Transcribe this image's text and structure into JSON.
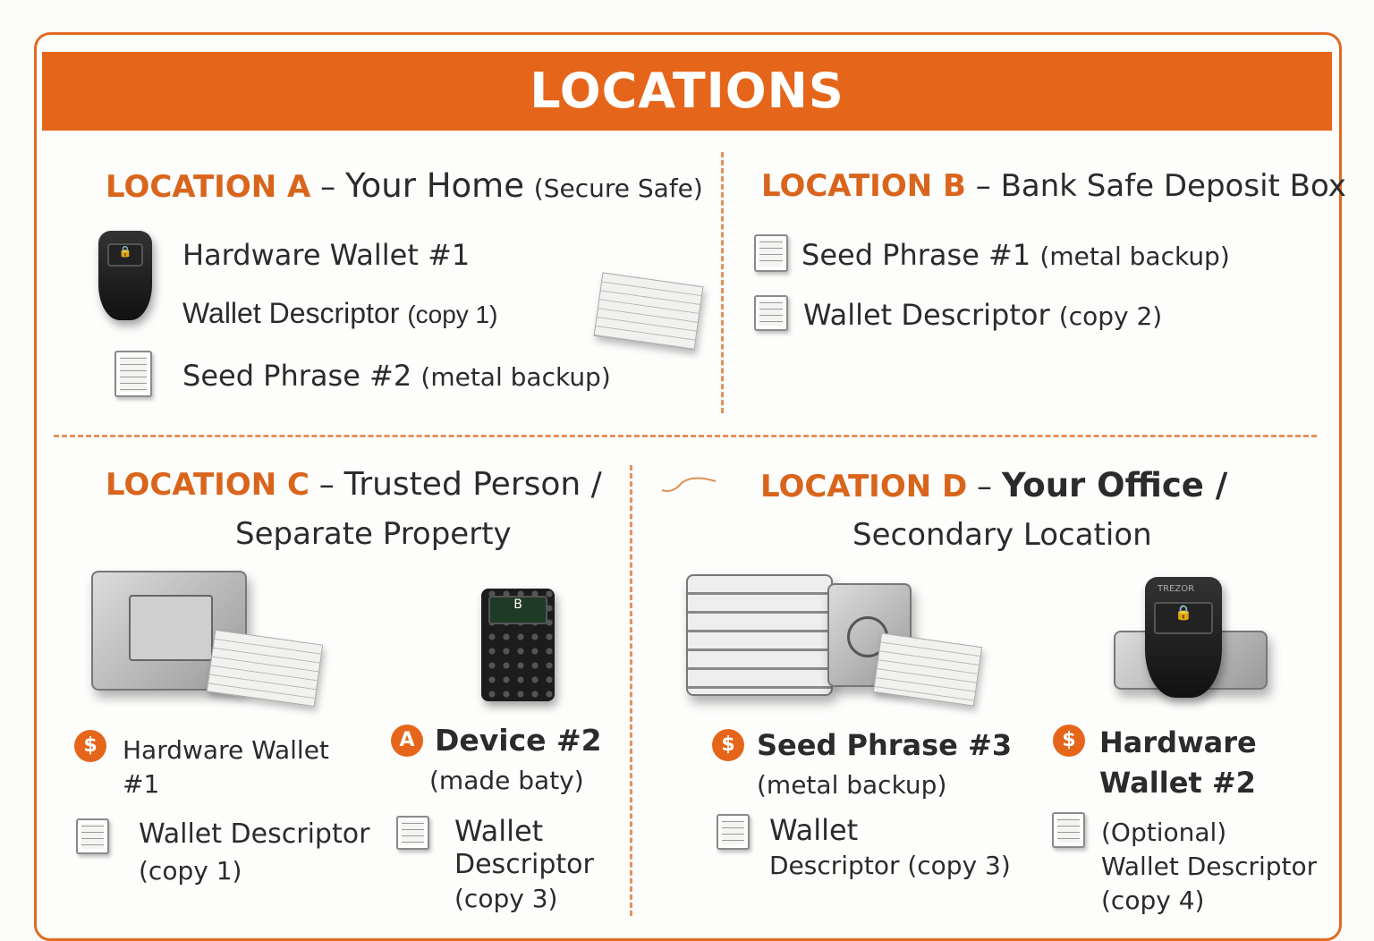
{
  "title": "LOCATIONS",
  "location_a": {
    "label": "LOCATION A",
    "dash": " – ",
    "name": "Your Home",
    "note": "(Secure Safe)",
    "items": [
      {
        "main": "Hardware Wallet #1",
        "note": ""
      },
      {
        "main": "Wallet Descriptor",
        "note": "(copy 1)"
      },
      {
        "main": "Seed Phrase #2",
        "note": "(metal backup)"
      }
    ]
  },
  "location_b": {
    "label": "LOCATION B",
    "dash": " – ",
    "name": "Bank Safe Deposit Box",
    "items": [
      {
        "main": "Seed Phrase #1",
        "note": "(metal backup)"
      },
      {
        "main": "Wallet Descriptor",
        "note": "(copy 2)"
      }
    ]
  },
  "location_c": {
    "label": "LOCATION C",
    "dash": " – ",
    "name": "Trusted Person /",
    "subtitle": "Separate Property",
    "items": [
      {
        "badge": "$",
        "line1": "Hardware Wallet",
        "line2": "#1"
      },
      {
        "line1": "Wallet Descriptor",
        "line2": "(copy 1)"
      },
      {
        "badge": "A",
        "line1": "Device #2",
        "line2": "(made baty)"
      },
      {
        "line1": "Wallet",
        "line2": "Descriptor",
        "line3": "(copy 3)"
      }
    ]
  },
  "location_d": {
    "label": "LOCATION D",
    "dash": " – ",
    "name": "Your Office /",
    "subtitle": "Secondary Location",
    "device_brand": "TREZOR",
    "items": [
      {
        "badge": "$",
        "line1": "Seed Phrase #3",
        "line2": "(metal backup)"
      },
      {
        "line1": "Wallet",
        "line2": "Descriptor (copy 3)"
      },
      {
        "badge": "$",
        "line1": "Hardware",
        "line2": "Wallet #2"
      },
      {
        "line1": "(Optional)",
        "line2": "Wallet Descriptor",
        "line3": "(copy 4)"
      }
    ]
  },
  "colors": {
    "accent": "#e5661a",
    "text": "#2b2b2b"
  }
}
